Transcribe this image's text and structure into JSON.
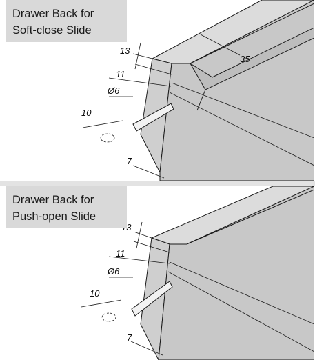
{
  "panels": [
    {
      "title_line1": "Drawer Back for",
      "title_line2": "Soft-close Slide",
      "dims": {
        "top": "13",
        "side": "11",
        "depth": "35",
        "dia": "Ø6",
        "hole_depth": "10",
        "offset": "7"
      }
    },
    {
      "title_line1": "Drawer Back for",
      "title_line2": "Push-open Slide",
      "dims": {
        "top": "13",
        "side": "11",
        "dia": "Ø6",
        "hole_depth": "10",
        "offset": "7"
      }
    }
  ],
  "colors": {
    "panel_face": "#cfcfcf",
    "panel_top": "#dddddd",
    "label_bg": "#d9d9d9",
    "line": "#1a1a1a"
  }
}
